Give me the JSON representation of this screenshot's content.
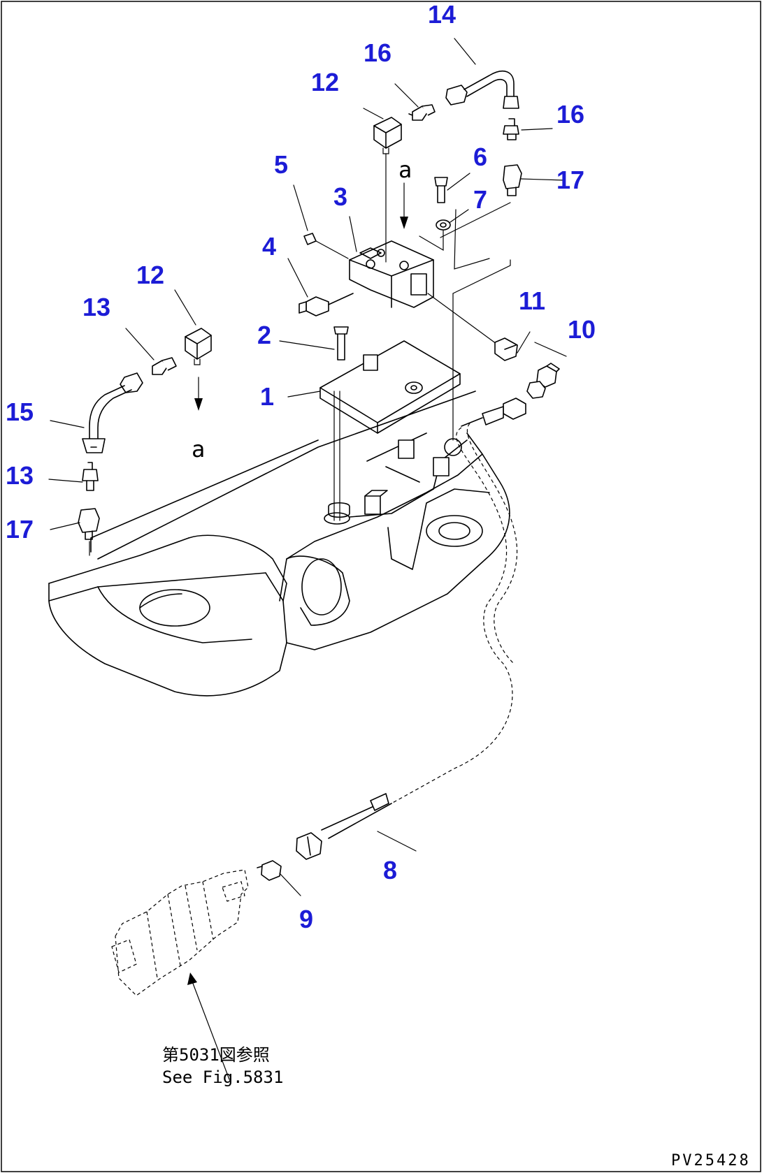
{
  "callouts": [
    {
      "id": "c1",
      "text": "1"
    },
    {
      "id": "c2",
      "text": "2"
    },
    {
      "id": "c3",
      "text": "3"
    },
    {
      "id": "c4",
      "text": "4"
    },
    {
      "id": "c5",
      "text": "5"
    },
    {
      "id": "c6",
      "text": "6"
    },
    {
      "id": "c7",
      "text": "7"
    },
    {
      "id": "c8",
      "text": "8"
    },
    {
      "id": "c9",
      "text": "9"
    },
    {
      "id": "c10",
      "text": "10"
    },
    {
      "id": "c11",
      "text": "11"
    },
    {
      "id": "c12a",
      "text": "12"
    },
    {
      "id": "c12b",
      "text": "12"
    },
    {
      "id": "c13a",
      "text": "13"
    },
    {
      "id": "c13b",
      "text": "13"
    },
    {
      "id": "c14",
      "text": "14"
    },
    {
      "id": "c15",
      "text": "15"
    },
    {
      "id": "c16a",
      "text": "16"
    },
    {
      "id": "c16b",
      "text": "16"
    },
    {
      "id": "c17a",
      "text": "17"
    },
    {
      "id": "c17b",
      "text": "17"
    }
  ],
  "ref_marks": {
    "upper": "a",
    "lower": "a"
  },
  "note": {
    "japanese": "第5031図参照",
    "english": "See Fig.5831"
  },
  "drawing_code": "PV25428",
  "callout_color": "#1c1cd6"
}
